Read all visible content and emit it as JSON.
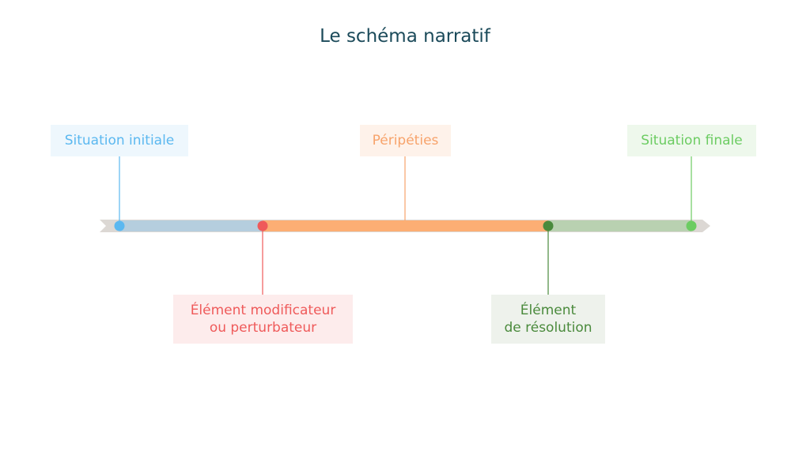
{
  "title": "Le schéma narratif",
  "stages": [
    {
      "label": "Situation initiale",
      "color": "#5bb8f0",
      "bg": "#eef7fd",
      "bar": "#b5cede"
    },
    {
      "label": "Élément modificateur\nou perturbateur",
      "color": "#ef5a5a",
      "bg": "#fdecec"
    },
    {
      "label": "Péripéties",
      "color": "#f7a36b",
      "bg": "#fef2ea",
      "bar": "#fcae74"
    },
    {
      "label": "Élément\nde résolution",
      "color": "#4a8a3c",
      "bg": "#eef2ec",
      "bar": "#b9d1b1"
    },
    {
      "label": "Situation finale",
      "color": "#6ccc62",
      "bg": "#eef8ec"
    }
  ],
  "arrow_color": "#dcd8d4"
}
